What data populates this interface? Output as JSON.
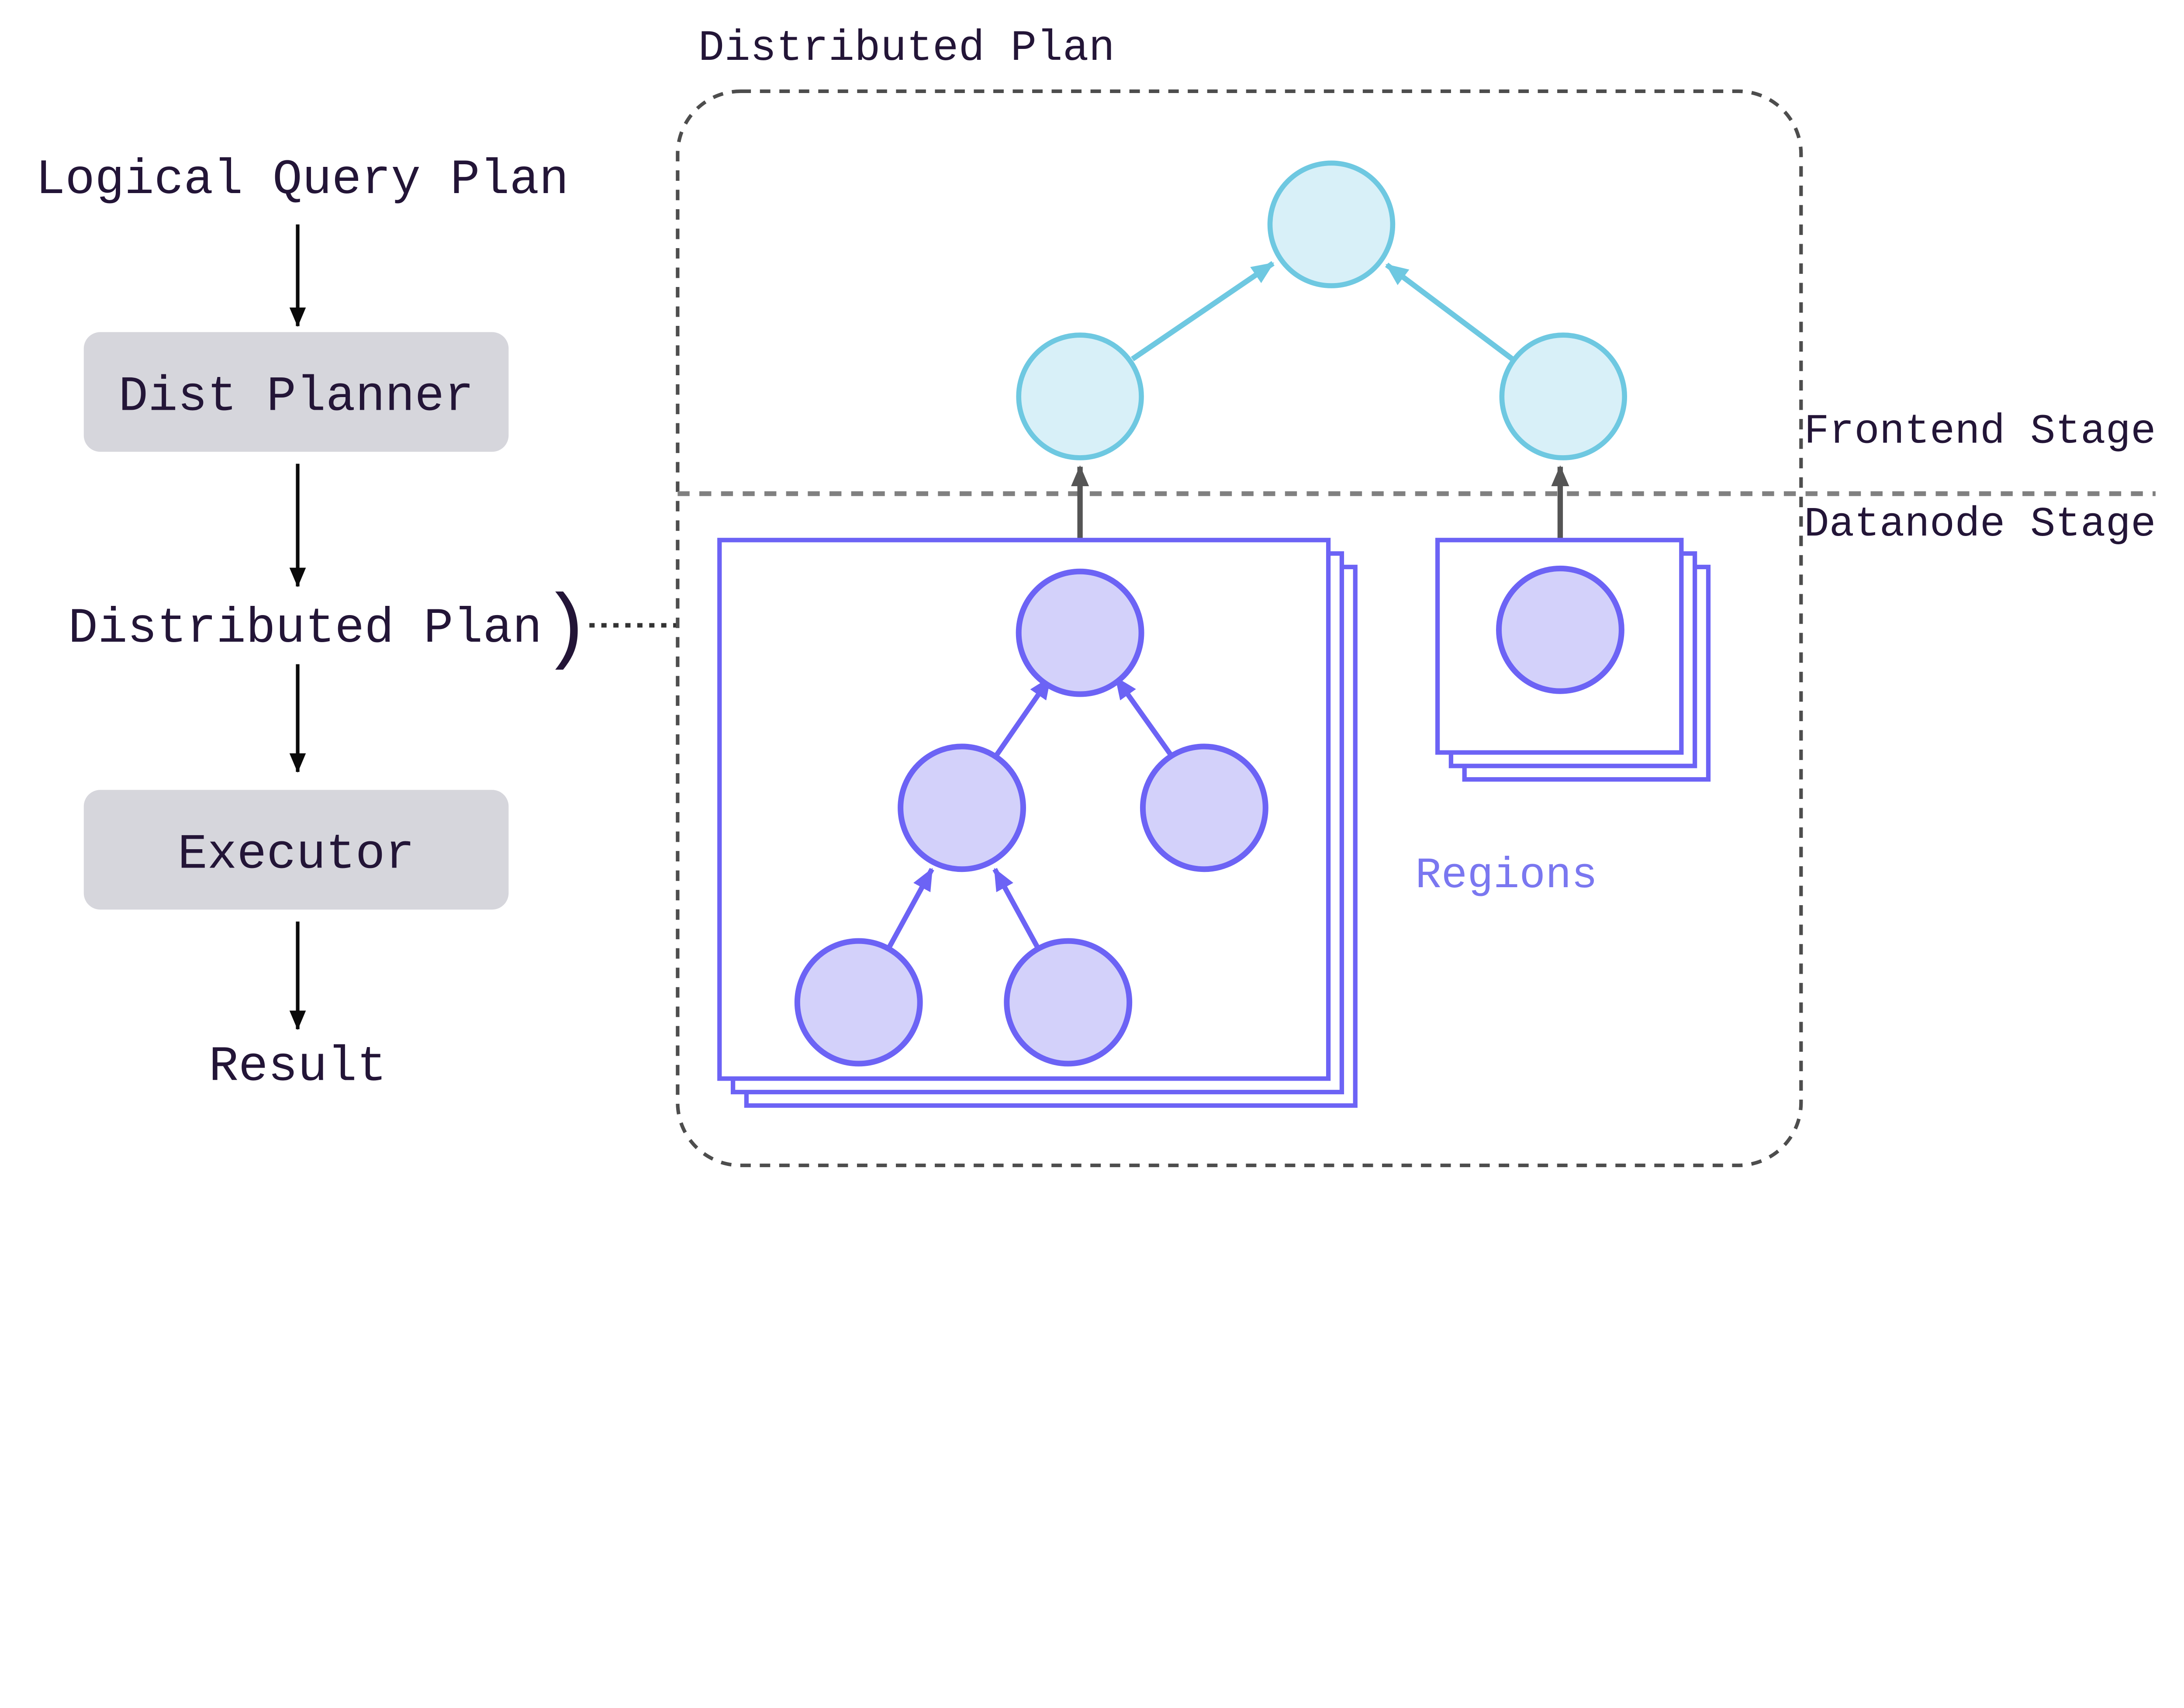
{
  "diagram": {
    "left_flow": {
      "logical_query_plan": "Logical Query Plan",
      "dist_planner": "Dist Planner",
      "distributed_plan": "Distributed Plan",
      "paren": ")",
      "executor": "Executor",
      "result": "Result"
    },
    "plan_box": {
      "title": "Distributed Plan",
      "frontend_stage": "Frontend Stage",
      "datanode_stage": "Datanode Stage",
      "regions": "Regions"
    },
    "colors": {
      "text": "#231537",
      "flow_box_fill": "#d6d6dc",
      "cyan_stroke": "#6ec8e1",
      "cyan_fill": "#d8f0f8",
      "purple_stroke": "#6c63f5",
      "purple_fill": "#d3d1fa",
      "regions_text": "#7a77f0",
      "dashed_border": "#4d4d4d",
      "divider": "#808080",
      "black_arrow": "#0a0a0a",
      "gray_arrow": "#555555"
    }
  }
}
